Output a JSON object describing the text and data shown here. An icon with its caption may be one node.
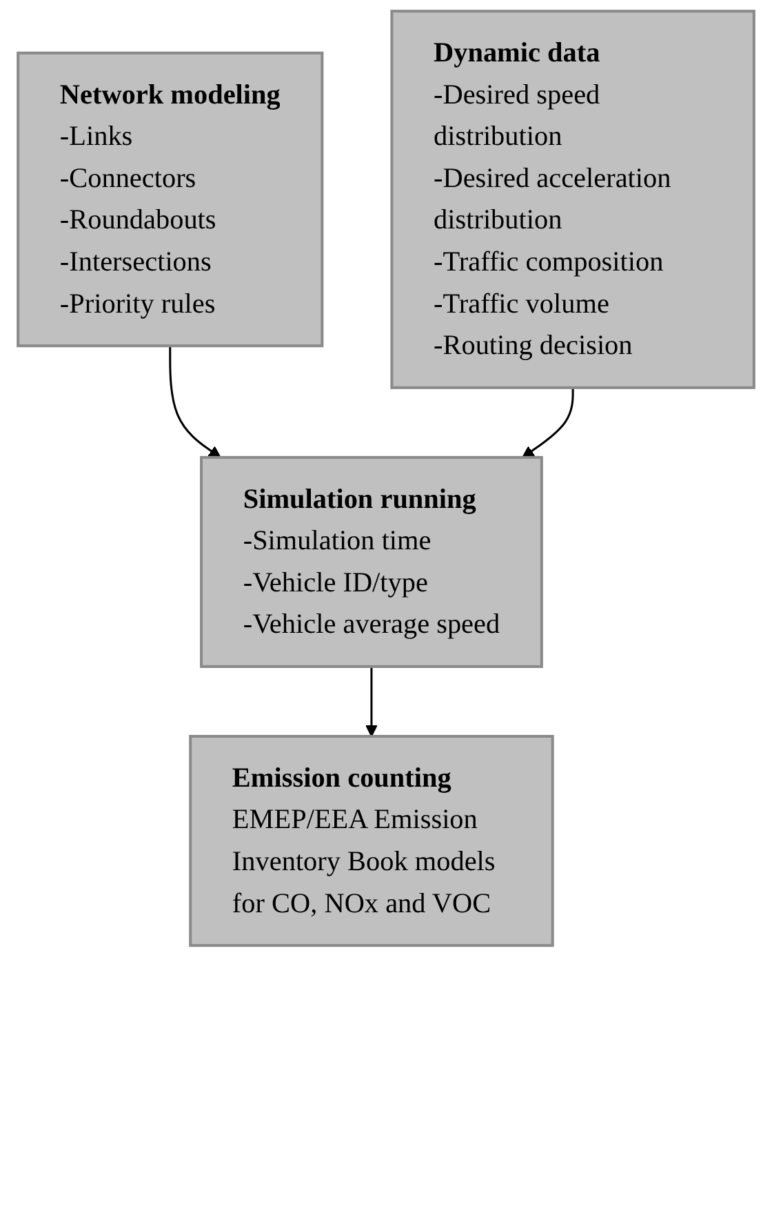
{
  "diagram": {
    "nodes": [
      {
        "text": [
          "Network modeling",
          "-Links",
          "-Connectors",
          "-Roundabouts",
          "-Intersections",
          "-Priority rules"
        ]
      },
      {
        "text": [
          "Dynamic data",
          "-Desired speed distribution",
          "-Desired acceleration distribution",
          "-Traffic composition",
          "-Traffic volume",
          "-Routing decision"
        ]
      },
      {
        "text": [
          "Simulation running",
          "-Simulation time",
          "-Vehicle ID/type",
          "-Vehicle average speed"
        ]
      },
      {
        "text": [
          "Emission counting",
          "EMEP/EEA Emission Inventory Book models for CO, NOx and VOC"
        ]
      }
    ],
    "edges": [
      {
        "from": 0,
        "to": 2,
        "arrow": "to"
      },
      {
        "from": 1,
        "to": 2,
        "arrow": "to"
      },
      {
        "from": 2,
        "to": 3,
        "arrow": "to"
      }
    ]
  }
}
